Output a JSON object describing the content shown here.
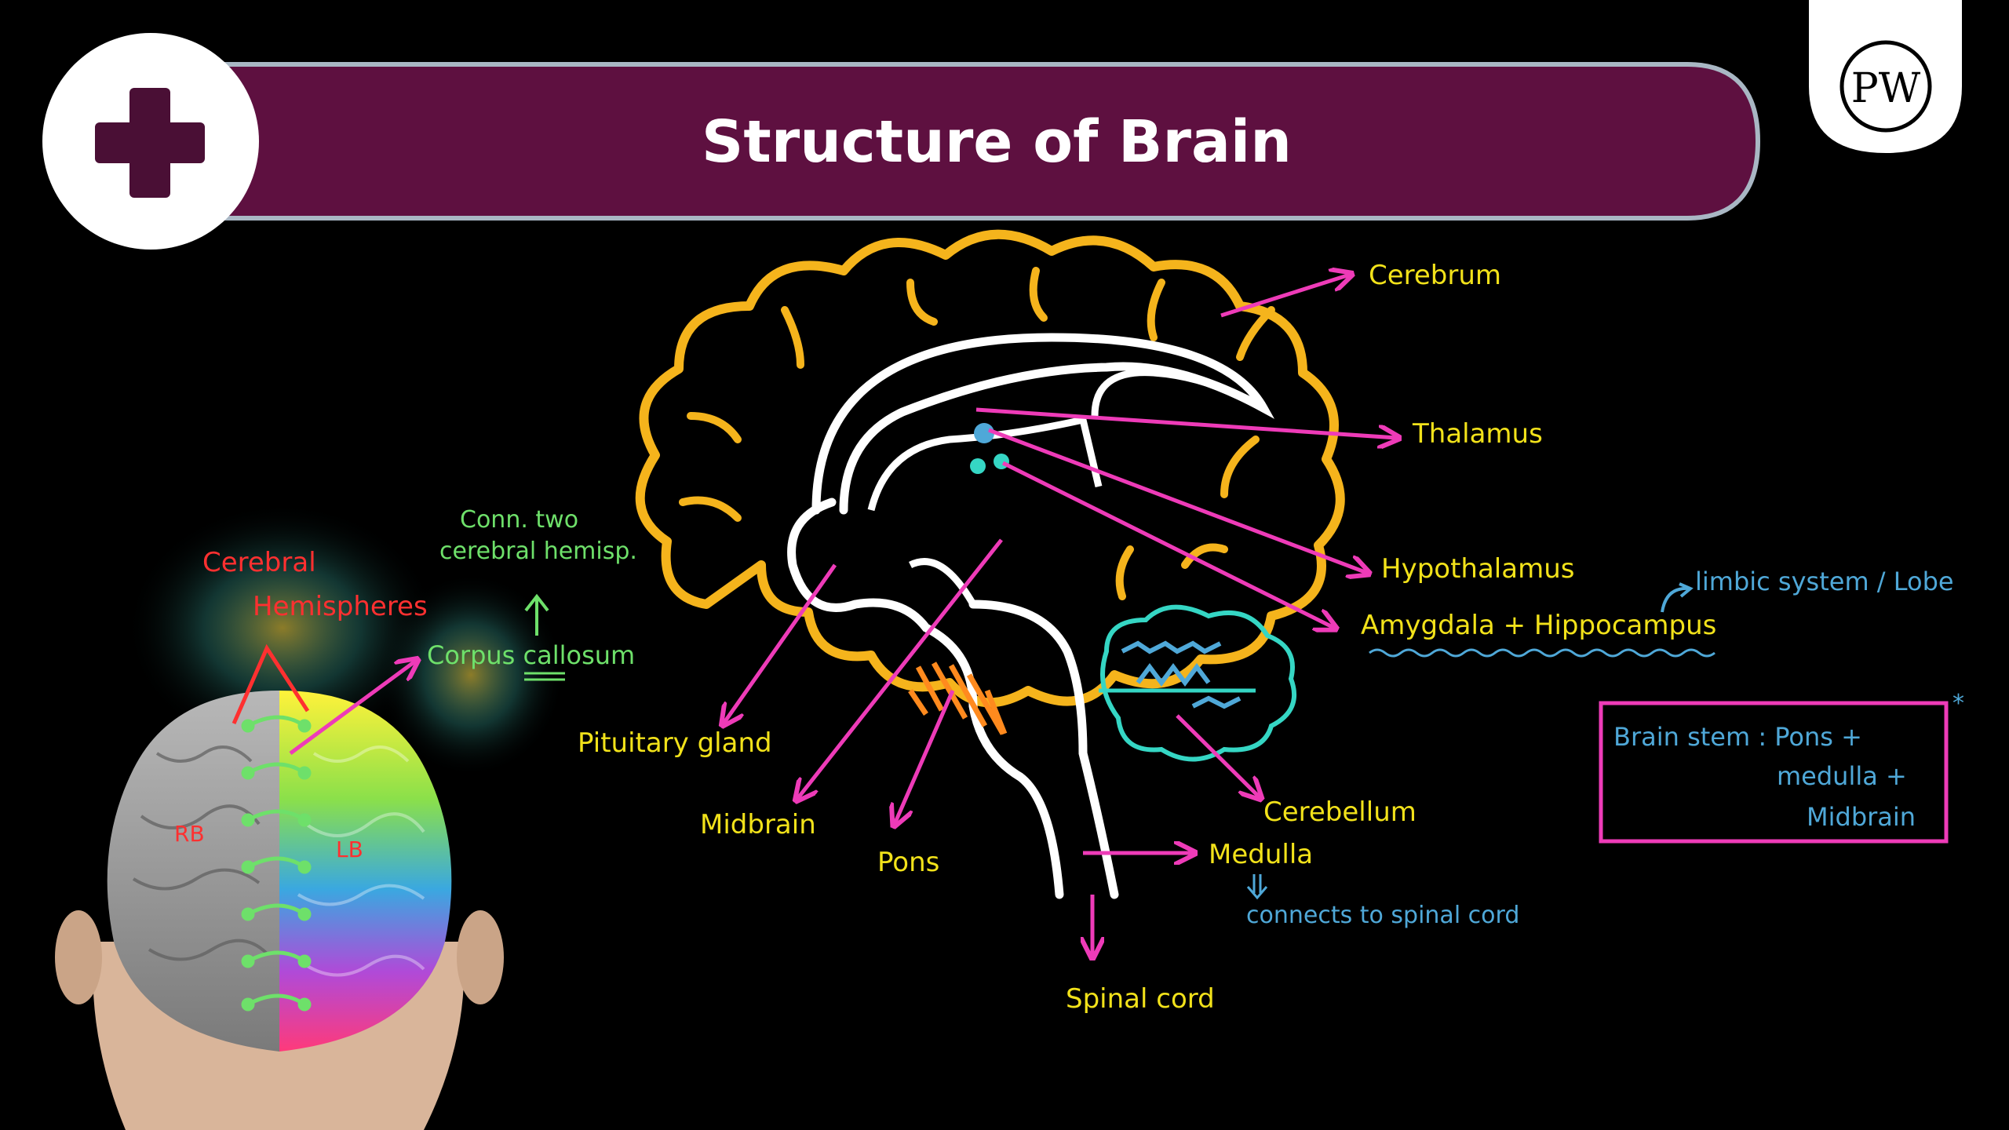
{
  "header": {
    "title": "Structure of Brain",
    "logo_text": "PW",
    "icon": "medical-cross-icon"
  },
  "colors": {
    "banner": "#5e1040",
    "banner_border": "#a9b7c4",
    "cross": "#4a0f35",
    "cerebrum_outline": "#f5b41c",
    "arrow_pink": "#ee3bb8",
    "label_yellow": "#f2e21a",
    "note_green": "#6ee06a",
    "note_blue": "#4fa8d8",
    "note_red": "#ff3030",
    "pons": "#ff8a1e",
    "cerebellum": "#35d6c4"
  },
  "diagram": {
    "labels": {
      "cerebrum": "Cerebrum",
      "thalamus": "Thalamus",
      "hypothalamus": "Hypothalamus",
      "amygdala": "Amygdala + Hippocampus",
      "limbic": "limbic system / Lobe",
      "pituitary": "Pituitary gland",
      "midbrain": "Midbrain",
      "pons": "Pons",
      "cerebellum": "Cerebellum",
      "medulla": "Medulla",
      "connects": "connects to spinal cord",
      "spinal": "Spinal cord"
    },
    "left": {
      "cerebral_line1": "Cerebral",
      "cerebral_line2": "Hemispheres",
      "conn_line1": "Conn. two",
      "conn_line2": "cerebral hemisp.",
      "corpus": "Corpus callosum",
      "rb": "RB",
      "lb": "LB"
    },
    "brainstem_box": {
      "line1": "Brain stem : Pons +",
      "line2": "medulla +",
      "line3": "Midbrain",
      "star": "*"
    }
  }
}
